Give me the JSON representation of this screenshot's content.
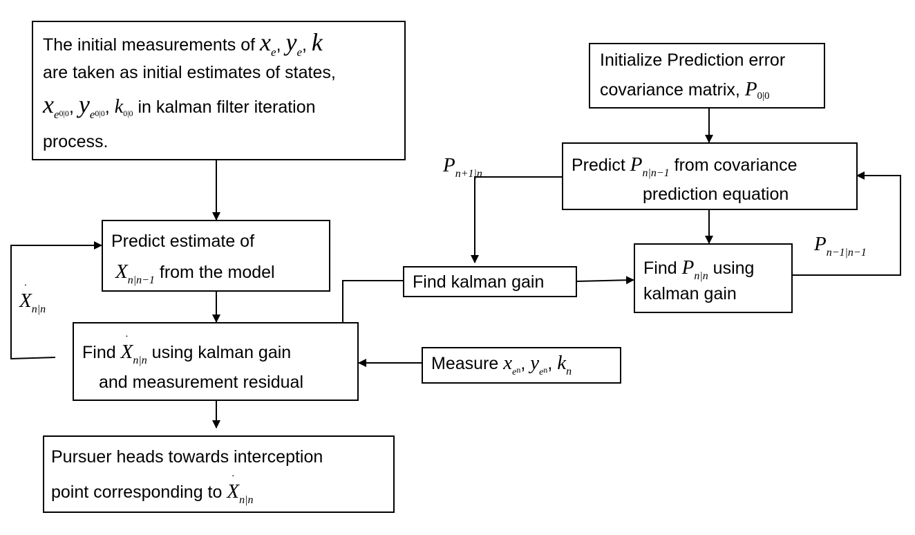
{
  "box_init_measure": {
    "line1": "The initial measurements of",
    "vars1": [
      "x",
      "e",
      "y",
      "e",
      "k"
    ],
    "line2": "are taken as initial estimates of states,",
    "vars3": [
      "x",
      "e",
      "0|0",
      "y",
      "e",
      "0|0",
      "k",
      "0|0"
    ],
    "line3_tail": "in kalman filter iteration",
    "line4": "process."
  },
  "box_init_p": {
    "line1": "Initialize Prediction error",
    "line2": "covariance matrix,",
    "sym": "P",
    "sub": "0|0"
  },
  "box_predict_p": {
    "word1": "Predict",
    "sym": "P",
    "sub": "n|n−1",
    "tail": "from covariance",
    "line2": "prediction equation"
  },
  "box_predict_x": {
    "line1": "Predict estimate of",
    "sym": "X",
    "sub": "n|n−1",
    "tail": "from the model"
  },
  "box_kalman_gain": {
    "label": "Find kalman gain"
  },
  "box_find_p": {
    "word1": "Find",
    "sym": "P",
    "sub": "n|n",
    "tail": "using",
    "line2": "kalman gain"
  },
  "box_find_x": {
    "word1": "Find",
    "sym": "X",
    "sub": "n|n",
    "tail": "using kalman gain",
    "line2": "and measurement residual"
  },
  "box_measure": {
    "word1": "Measure",
    "syms": [
      "x",
      "e",
      "n",
      "y",
      "e",
      "n",
      "k",
      "n"
    ]
  },
  "box_pursuer": {
    "line1": "Pursuer heads towards interception",
    "line2": "point corresponding to",
    "sym": "X",
    "sub": "n|n"
  },
  "labels": {
    "p_next": {
      "sym": "P",
      "sub": "n+1|n"
    },
    "p_prev": {
      "sym": "P",
      "sub": "n−1|n−1"
    },
    "x_hat_fb": {
      "sym": "X",
      "sub": "n|n"
    }
  }
}
